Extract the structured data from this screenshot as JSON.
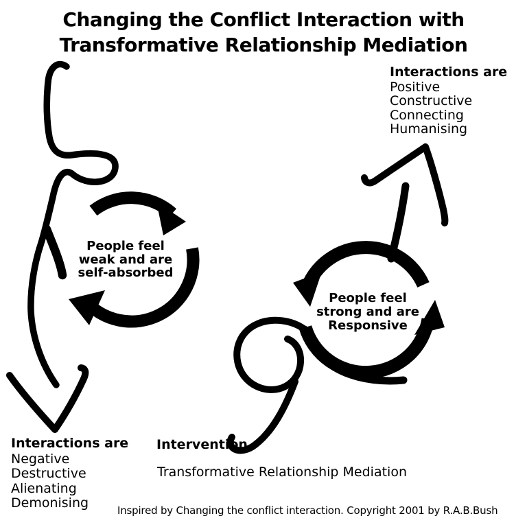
{
  "title": {
    "line1": "Changing the Conflict Interaction with",
    "line2": "Transformative Relationship Mediation"
  },
  "colors": {
    "ink": "#000000",
    "background": "#ffffff"
  },
  "cycles": {
    "left": {
      "label_lines": [
        "People feel",
        "weak and are",
        "self-absorbed"
      ],
      "direction": "clockwise"
    },
    "right": {
      "label_lines": [
        "People feel",
        "strong and are",
        "Responsive"
      ],
      "direction": "counterclockwise"
    }
  },
  "outcome_negative": {
    "heading": "Interactions are",
    "items": [
      "Negative",
      "Destructive",
      "Alienating",
      "Demonising"
    ]
  },
  "outcome_positive": {
    "heading": "Interactions are",
    "items": [
      "Positive",
      "Constructive",
      "Connecting",
      "Humanising"
    ]
  },
  "intervention": {
    "heading": "Intervention",
    "description": "Transformative Relationship Mediation"
  },
  "footer": "Inspired by Changing the conflict interaction. Copyright 2001 by R.A.B.Bush"
}
